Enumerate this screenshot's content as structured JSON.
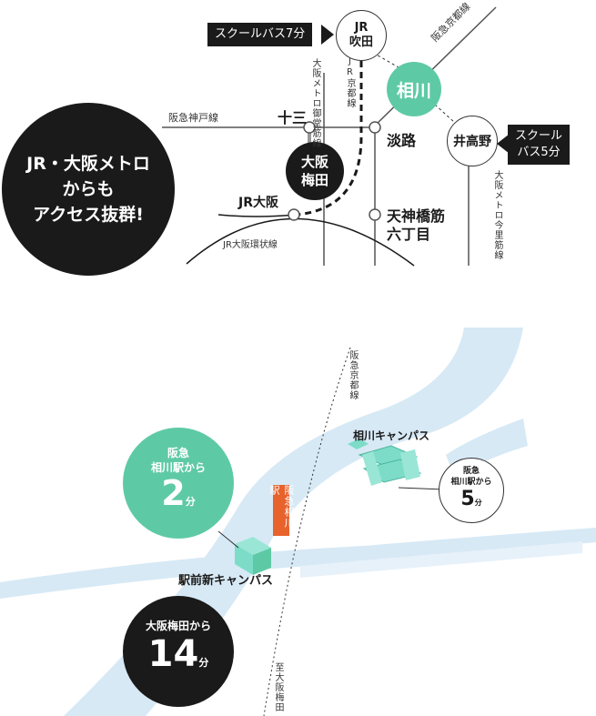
{
  "top_map": {
    "headline_circle": {
      "line1": "JR・大阪メトロ",
      "line2": "からも",
      "line3": "アクセス抜群!"
    },
    "stations": {
      "suita": {
        "line1": "JR",
        "line2": "吹田"
      },
      "aikawa": "相川",
      "idaka": "井高野",
      "umeda": {
        "line1": "大阪",
        "line2": "梅田"
      },
      "juso": "十三",
      "awaji": "淡路",
      "jr_osaka": "JR大阪",
      "tenjin": {
        "line1": "天神橋筋",
        "line2": "六丁目"
      }
    },
    "lines": {
      "hankyu_kyoto": "阪急京都線",
      "hankyu_kobe": "阪急神戸線",
      "jr_kyoto": "JR京都線",
      "metro_midosuji": "大阪メトロ御堂筋線",
      "metro_imazato": "大阪メトロ今里筋線",
      "jr_loop": "JR大阪環状線"
    },
    "callouts": {
      "bus_suita": "スクールバス7分",
      "bus_idaka": {
        "line1": "スクール",
        "line2": "バス5分"
      }
    }
  },
  "bottom_map": {
    "green_circle": {
      "line1": "阪急",
      "line2": "相川駅から",
      "number": "2",
      "unit": "分"
    },
    "aikawa_campus": "相川キャンパス",
    "ekimae_campus": "駅前新キャンパス",
    "station_tag": "阪急相川駅",
    "line_label": "阪急京都線",
    "to_umeda": "至大阪梅田",
    "white_circle": {
      "line1": "阪急",
      "line2": "相川駅から",
      "number": "5",
      "unit": "分"
    },
    "black_circle": {
      "line1": "大阪梅田から",
      "number": "14",
      "unit": "分"
    }
  },
  "colors": {
    "green": "#5ecaa5",
    "river": "#d7e9f5",
    "building": "#7ddcc8",
    "orange": "#e8622c",
    "black": "#1a1a1a"
  }
}
